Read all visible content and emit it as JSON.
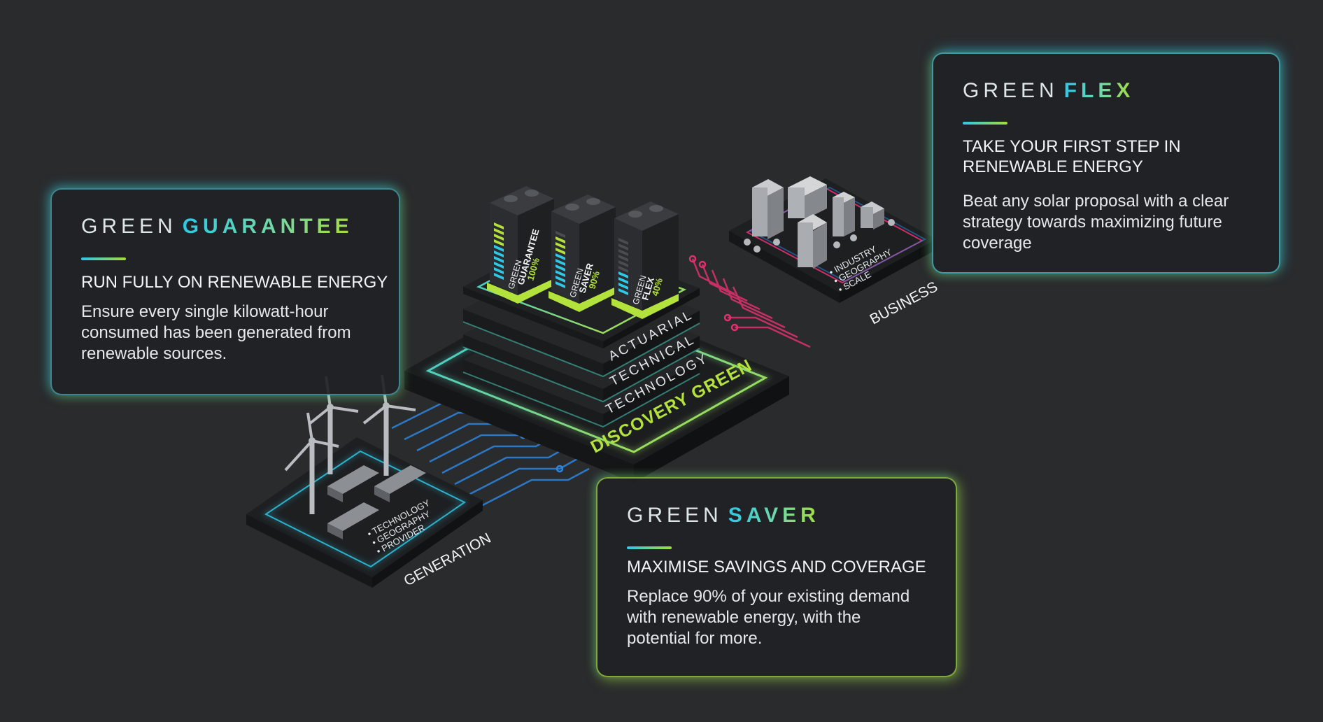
{
  "cards": {
    "guarantee": {
      "title_word1": "GREEN",
      "title_word2": "GUARANTEE",
      "heading": "RUN FULLY ON RENEWABLE ENERGY",
      "body": "Ensure every single kilowatt-hour consumed has been generated from renewable sources."
    },
    "flex": {
      "title_word1": "GREEN",
      "title_word2": "FLEX",
      "heading": "TAKE YOUR FIRST STEP IN RENEWABLE ENERGY",
      "body": "Beat any solar proposal with a clear strategy towards maximizing future coverage"
    },
    "saver": {
      "title_word1": "GREEN",
      "title_word2": "SAVER",
      "heading": "MAXIMISE SAVINGS AND COVERAGE",
      "body": "Replace 90% of your existing demand with renewable energy, with the potential for more."
    }
  },
  "platform": {
    "layers": [
      "ACTUARIAL",
      "TECHNICAL",
      "TECHNOLOGY"
    ],
    "base_label": "DISCOVERY GREEN"
  },
  "batteries": [
    {
      "line1": "GREEN",
      "line2": "GUARANTEE",
      "percent": "100%",
      "level": 1.0
    },
    {
      "line1": "GREEN",
      "line2": "SAVER",
      "percent": "90%",
      "level": 0.9
    },
    {
      "line1": "GREEN",
      "line2": "FLEX",
      "percent": "40%",
      "level": 0.4
    }
  ],
  "generation": {
    "label": "GENERATION",
    "bullets": [
      "• TECHNOLOGY",
      "• GEOGRAPHY",
      "• PROVIDER"
    ]
  },
  "business": {
    "label": "BUSINESS",
    "bullets": [
      "• INDUSTRY",
      "• GEOGRAPHY",
      "• SCALE"
    ]
  },
  "colors": {
    "background": "#2a2b2d",
    "cyan": "#2fc8e6",
    "lime": "#b4e23c",
    "pink": "#e0306e",
    "blue": "#2e86e0"
  }
}
